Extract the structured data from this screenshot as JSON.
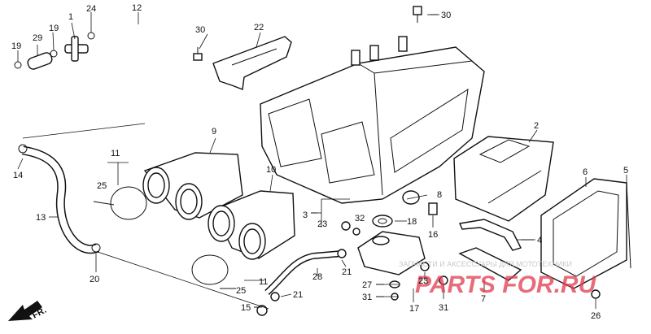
{
  "labels": [
    {
      "id": "1",
      "text": "1"
    },
    {
      "id": "2",
      "text": "2"
    },
    {
      "id": "3",
      "text": "3"
    },
    {
      "id": "4",
      "text": "4"
    },
    {
      "id": "5",
      "text": "5"
    },
    {
      "id": "6",
      "text": "6"
    },
    {
      "id": "7",
      "text": "7"
    },
    {
      "id": "8",
      "text": "8"
    },
    {
      "id": "9",
      "text": "9"
    },
    {
      "id": "10",
      "text": "10"
    },
    {
      "id": "11a",
      "text": "11"
    },
    {
      "id": "11b",
      "text": "11"
    },
    {
      "id": "12",
      "text": "12"
    },
    {
      "id": "13",
      "text": "13"
    },
    {
      "id": "14",
      "text": "14"
    },
    {
      "id": "15",
      "text": "15"
    },
    {
      "id": "16",
      "text": "16"
    },
    {
      "id": "17",
      "text": "17"
    },
    {
      "id": "18",
      "text": "18"
    },
    {
      "id": "19a",
      "text": "19"
    },
    {
      "id": "19b",
      "text": "19"
    },
    {
      "id": "20",
      "text": "20"
    },
    {
      "id": "21a",
      "text": "21"
    },
    {
      "id": "21b",
      "text": "21"
    },
    {
      "id": "22",
      "text": "22"
    },
    {
      "id": "23a",
      "text": "23"
    },
    {
      "id": "23b",
      "text": "23"
    },
    {
      "id": "24",
      "text": "24"
    },
    {
      "id": "25a",
      "text": "25"
    },
    {
      "id": "25b",
      "text": "25"
    },
    {
      "id": "26",
      "text": "26"
    },
    {
      "id": "27",
      "text": "27"
    },
    {
      "id": "28",
      "text": "28"
    },
    {
      "id": "29",
      "text": "29"
    },
    {
      "id": "30a",
      "text": "30"
    },
    {
      "id": "30b",
      "text": "30"
    },
    {
      "id": "31a",
      "text": "31"
    },
    {
      "id": "31b",
      "text": "31"
    },
    {
      "id": "32",
      "text": "32"
    }
  ],
  "direction_label": "FR.",
  "watermark": {
    "brand": "PARTS FOR.RU",
    "tagline": "ЗАПЧАСТИ И АКСЕССУАРЫ ДЛЯ МОТОТЕХНИКИ",
    "brand_color": "#e03a4e"
  },
  "colors": {
    "line": "#111111",
    "background": "#ffffff"
  }
}
